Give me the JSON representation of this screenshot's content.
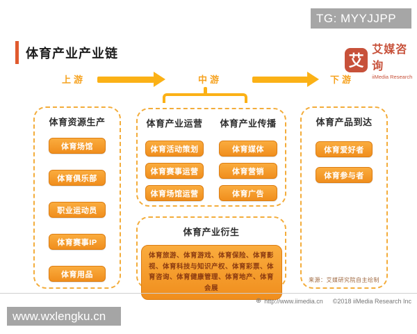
{
  "watermark_top": "TG: MYYJJPP",
  "title": "体育产业产业链",
  "logo": {
    "glyph": "艾",
    "name_cn": "艾媒咨询",
    "name_en": "iiMedia Research"
  },
  "flow": {
    "upstream_label": "上游",
    "midstream_label": "中游",
    "downstream_label": "下游"
  },
  "sections": {
    "upstream": {
      "header": "体育资源生产",
      "items": [
        "体育场馆",
        "体育俱乐部",
        "职业运动员",
        "体育赛事IP",
        "体育用品"
      ]
    },
    "midstream_operation": {
      "header": "体育产业运营",
      "items": [
        "体育活动策划",
        "体育赛事运营",
        "体育场馆运营"
      ]
    },
    "midstream_media": {
      "header": "体育产业传播",
      "items": [
        "体育媒体",
        "体育营销",
        "体育广告"
      ]
    },
    "derived": {
      "header": "体育产业衍生",
      "text": "体育旅游、体育游戏、体育保险、体育影视、体育科技与知识产权、体育彩票、体育咨询、体育健康管理、体育地产、体育会展"
    },
    "downstream": {
      "header": "体育产品到达",
      "items": [
        "体育爱好者",
        "体育参与者"
      ]
    }
  },
  "source_note": "来源：艾媒研究院自主绘制",
  "footer": {
    "url": "http://www.iimedia.cn",
    "copyright": "©2018  iiMedia Research Inc"
  },
  "watermark_bottom": "www.wxlengku.cn",
  "colors": {
    "accent_amber": "#fbb116",
    "pill_orange": "#f08e1d",
    "pill_border": "#dc7d12",
    "dashed_border": "#f3ac3a",
    "title_bar": "#e05a2e",
    "logo_red": "#c7513a",
    "derived_text": "#8b3a10",
    "watermark_gray": "#a6a6a6"
  }
}
